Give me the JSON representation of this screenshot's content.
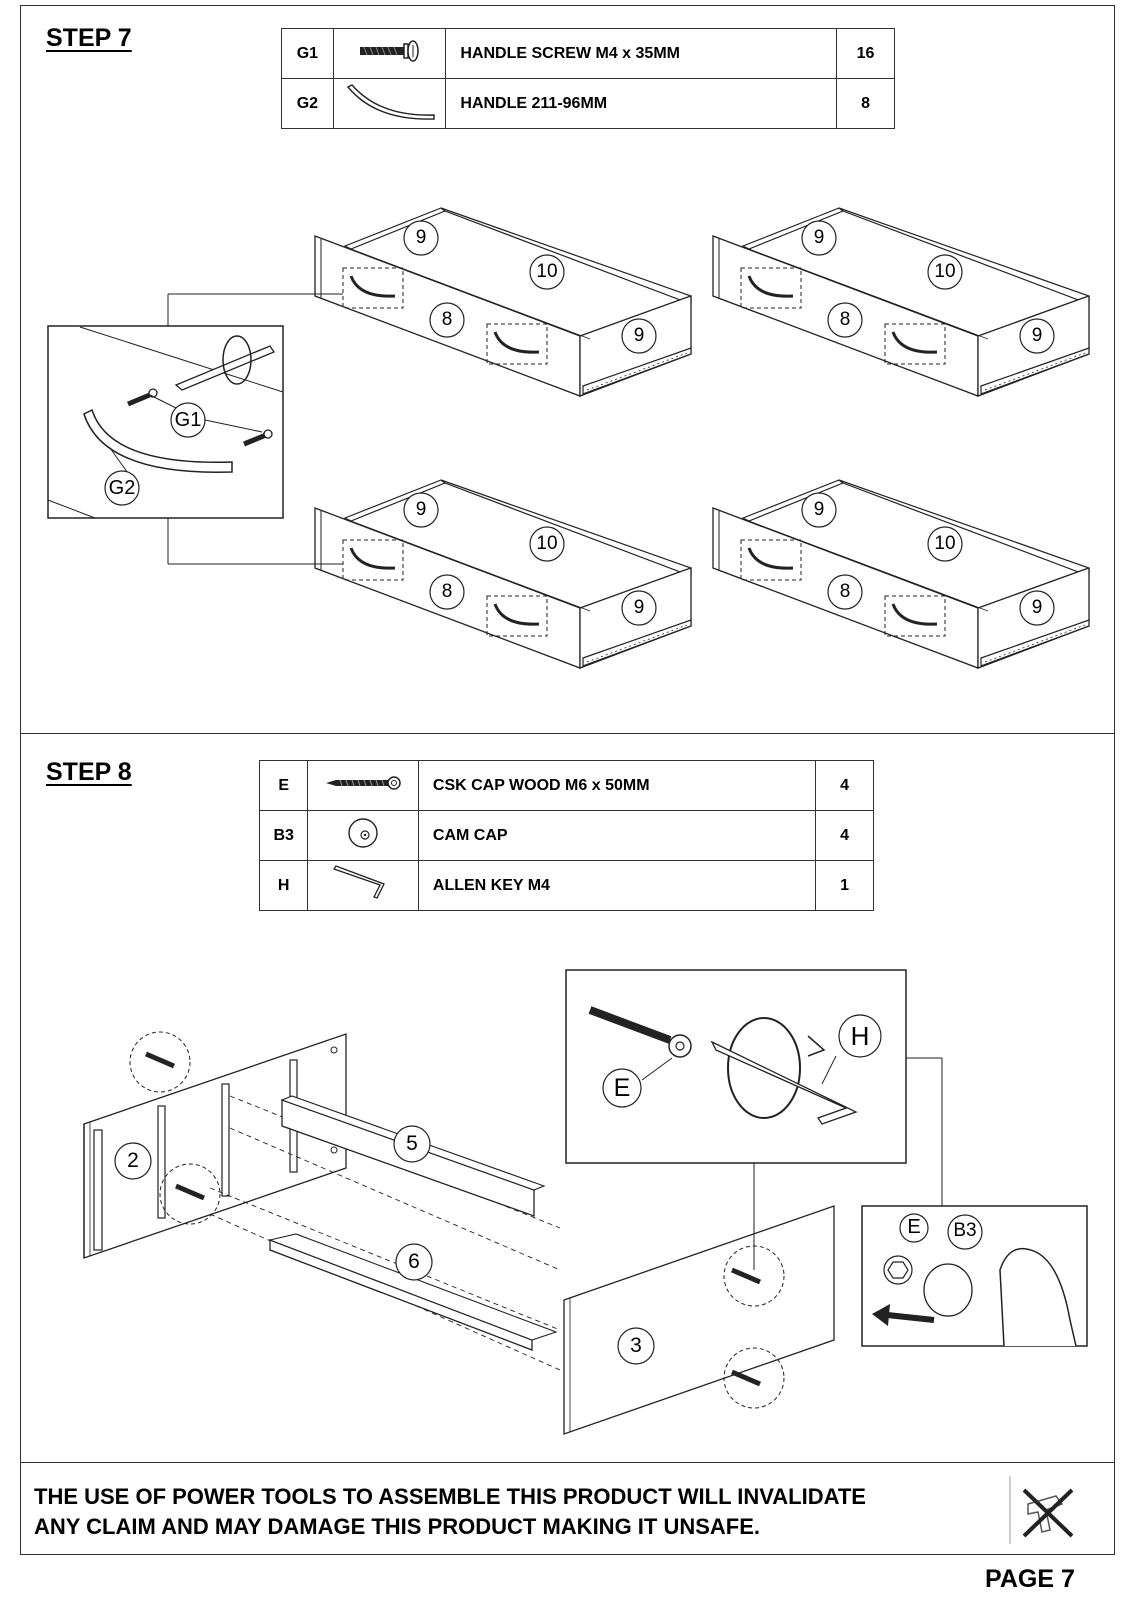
{
  "step7": {
    "title": "STEP 7",
    "parts": [
      {
        "code": "G1",
        "icon": "screw-icon",
        "description": "HANDLE SCREW M4 x 35MM",
        "qty": "16"
      },
      {
        "code": "G2",
        "icon": "handle-icon",
        "description": "HANDLE 211-96MM",
        "qty": "8"
      }
    ],
    "diagram": {
      "drawer_labels": {
        "side": "9",
        "back": "10",
        "front": "8"
      },
      "detail_labels": {
        "screw": "G1",
        "handle": "G2"
      }
    }
  },
  "step8": {
    "title": "STEP 8",
    "parts": [
      {
        "code": "E",
        "icon": "wood-screw-icon",
        "description": "CSK CAP WOOD M6 x 50MM",
        "qty": "4"
      },
      {
        "code": "B3",
        "icon": "cam-cap-icon",
        "description": "CAM CAP",
        "qty": "4"
      },
      {
        "code": "H",
        "icon": "allen-key-icon",
        "description": "ALLEN KEY M4",
        "qty": "1"
      }
    ],
    "diagram": {
      "panel_labels": {
        "left": "2",
        "rail_top": "5",
        "rail_bottom": "6",
        "right": "3"
      },
      "detail_labels": {
        "screw": "E",
        "key": "H",
        "cap_screw": "E",
        "cap": "B3"
      }
    }
  },
  "footer": {
    "warning_line1": "THE USE OF POWER TOOLS TO ASSEMBLE THIS PRODUCT WILL INVALIDATE",
    "warning_line2": "ANY CLAIM AND MAY DAMAGE THIS PRODUCT MAKING IT UNSAFE.",
    "power_tool_icon": "no-power-tools-icon",
    "page": "PAGE 7"
  }
}
